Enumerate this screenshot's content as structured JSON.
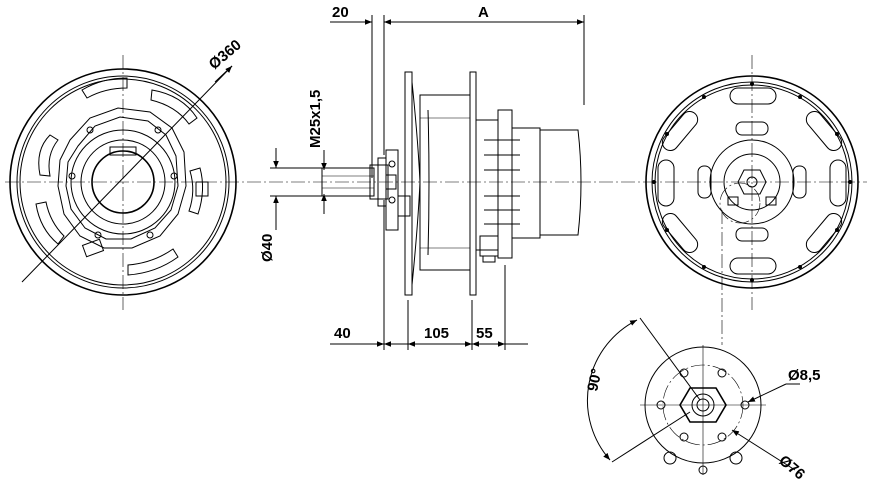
{
  "dimensions": {
    "top_left": "20",
    "top_right": "A",
    "thread": "M25x1,5",
    "shaft": "Ø40",
    "bottom_1": "40",
    "bottom_2": "105",
    "bottom_3": "55",
    "front_dia": "Ø360",
    "hole_dia": "Ø8,5",
    "bolt_circle": "Ø76",
    "angle": "90°"
  }
}
